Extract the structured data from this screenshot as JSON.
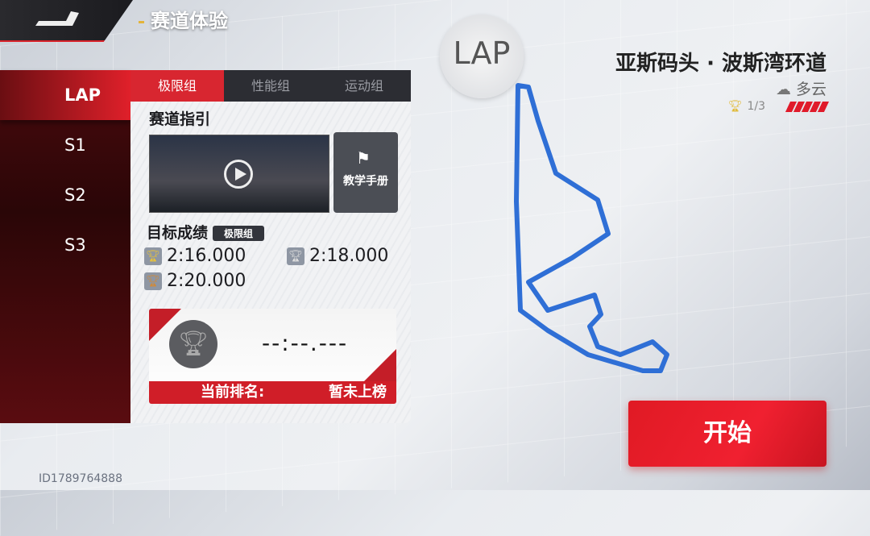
{
  "header": {
    "title": "赛道体验",
    "back_icon": "back-arrow-icon"
  },
  "sidebar": {
    "items": [
      {
        "label": "LAP",
        "active": true
      },
      {
        "label": "S1"
      },
      {
        "label": "S2"
      },
      {
        "label": "S3"
      }
    ]
  },
  "tabs": [
    {
      "label": "极限组",
      "active": true
    },
    {
      "label": "性能组"
    },
    {
      "label": "运动组"
    }
  ],
  "guide": {
    "title": "赛道指引",
    "manual_label": "教学手册"
  },
  "targets": {
    "title": "目标成绩",
    "badge": "极限组",
    "gold": "2:16.000",
    "silver": "2:18.000",
    "bronze": "2:20.000"
  },
  "rank": {
    "time": "--:--.---",
    "label": "当前排名:",
    "value": "暂未上榜"
  },
  "lap_badge": "LAP",
  "track": {
    "name": "亚斯码头 · 波斯湾环道",
    "weather": "多云",
    "progress": "1/3",
    "color": "#2f6fd6"
  },
  "start_label": "开始",
  "user_id": "ID1789764888",
  "colors": {
    "accent": "#d82630"
  }
}
